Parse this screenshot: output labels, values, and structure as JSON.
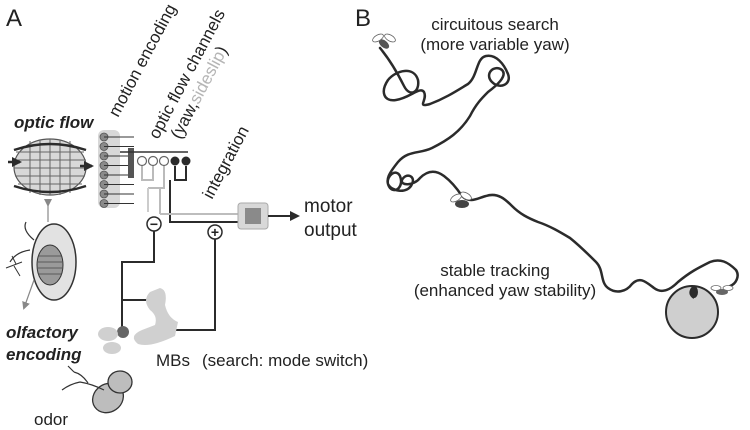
{
  "panel_a": {
    "letter": "A",
    "optic_flow": "optic flow",
    "motion_encoding": "motion encoding",
    "optic_flow_channels": "optic flow channels",
    "channels_open": "(yaw,",
    "channels_sideslip": "sideslip",
    "channels_close": ")",
    "integration": "integration",
    "motor_output_line1": "motor",
    "motor_output_line2": "output",
    "olfactory_line1": "olfactory",
    "olfactory_line2": "encoding",
    "mbs": "MBs",
    "search_mode": "(search: mode switch)",
    "odor": "odor",
    "minus_sign": "−",
    "plus_sign": "+"
  },
  "panel_b": {
    "letter": "B",
    "search_line1": "circuitous search",
    "search_line2": "(more variable yaw)",
    "tracking_line1": "stable tracking",
    "tracking_line2": "(enhanced yaw stability)"
  },
  "colors": {
    "dark": "#2b2b2b",
    "mid_gray": "#8a8a8a",
    "light_gray": "#bdbdbd",
    "pale_gray": "#d8d8d8",
    "fruit": "#cfcfcf"
  }
}
